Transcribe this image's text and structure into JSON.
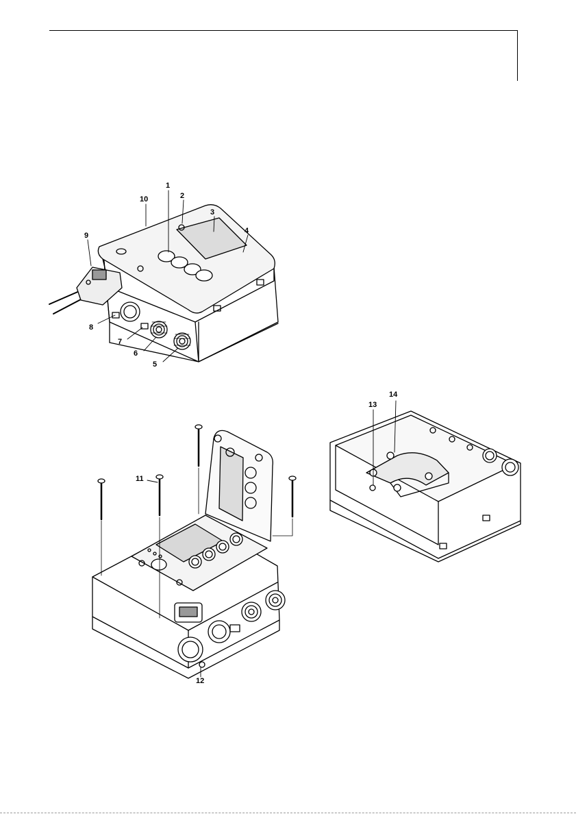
{
  "figure": {
    "callouts": {
      "c1": "1",
      "c2": "2",
      "c3": "3",
      "c4": "4",
      "c5": "5",
      "c6": "6",
      "c7": "7",
      "c8": "8",
      "c9": "9",
      "c10": "10",
      "c11": "11",
      "c12": "12",
      "c13": "13",
      "c14": "14"
    }
  }
}
